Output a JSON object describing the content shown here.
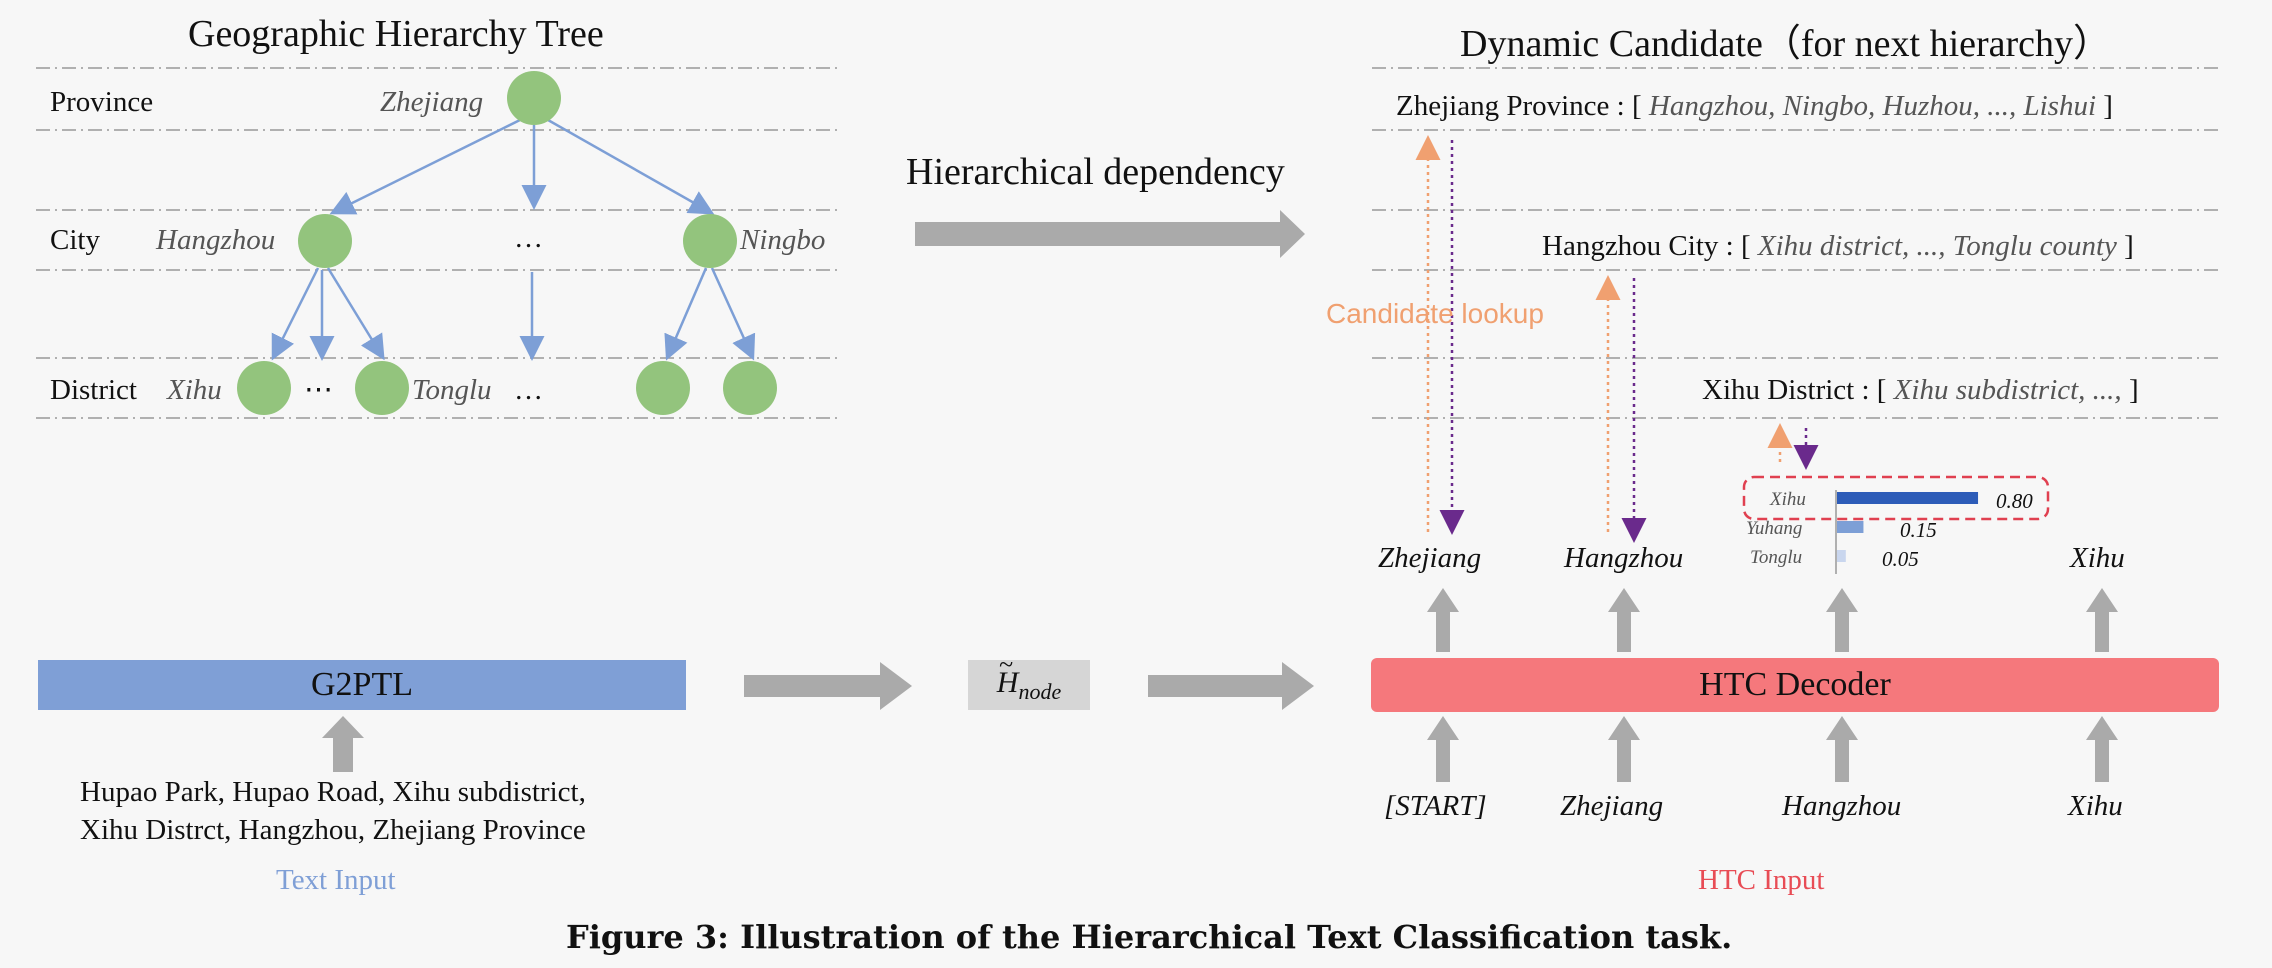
{
  "left": {
    "title": "Geographic Hierarchy Tree",
    "levels": {
      "province": "Province",
      "city": "City",
      "district": "District"
    },
    "nodes": {
      "zhejiang": "Zhejiang",
      "hangzhou": "Hangzhou",
      "ningbo": "Ningbo",
      "xihu": "Xihu",
      "tonglu": "Tonglu"
    },
    "ellipsis": "…",
    "ellipsis_dots": "⋯"
  },
  "middle": {
    "dependency": "Hierarchical dependency",
    "hnode_base": "H",
    "hnode_sub": "node",
    "hnode_mark": "~"
  },
  "right": {
    "title": "Dynamic Candidate（for next hierarchy）",
    "province_line": {
      "prefix": "Zhejiang  Province : [ ",
      "items": "Hangzhou, Ningbo, Huzhou, ..., Lishui",
      "suffix": " ]"
    },
    "city_line": {
      "prefix": "Hangzhou City : [ ",
      "items": "Xihu district, ..., Tonglu county",
      "suffix": " ]"
    },
    "district_line": {
      "prefix": "Xihu  District : [ ",
      "items": "Xihu subdistrict, ..., ",
      "suffix": "]"
    },
    "lookup": "Candidate lookup",
    "outputs": [
      "Zhejiang",
      "Hangzhou",
      "Xihu"
    ],
    "inputs": [
      "[START]",
      "Zhejiang",
      "Hangzhou",
      "Xihu"
    ],
    "decoder": "HTC Decoder",
    "htc_input": "HTC Input"
  },
  "bottom_left": {
    "model": "G2PTL",
    "text_line1": "Hupao Park, Hupao Road, Xihu subdistrict,",
    "text_line2": "Xihu Distrct, Hangzhou, Zhejiang Province",
    "text_input": "Text Input"
  },
  "probabilities": [
    {
      "label": "Xihu",
      "value": 0.8,
      "display": "0.80"
    },
    {
      "label": "Yuhang",
      "value": 0.15,
      "display": "0.15"
    },
    {
      "label": "Tonglu",
      "value": 0.05,
      "display": "0.05"
    }
  ],
  "caption": "Figure 3: Illustration of the Hierarchical Text Classification task.",
  "colors": {
    "node": "#93c47d",
    "tree_line": "#7d9fd6",
    "g2ptl": "#7f9fd6",
    "decoder": "#f5787c",
    "lookup": "#f0a070",
    "dependency_arrow": "#6a2a8c",
    "text_input": "#7f9fd6",
    "htc_input": "#e84c55",
    "arrow_gray": "#aaaaaa",
    "bar_dark": "#2d5cb8",
    "bar_mid": "#7d9fd6",
    "bar_light": "#c9d6ee",
    "dashed_box": "#e04050"
  }
}
